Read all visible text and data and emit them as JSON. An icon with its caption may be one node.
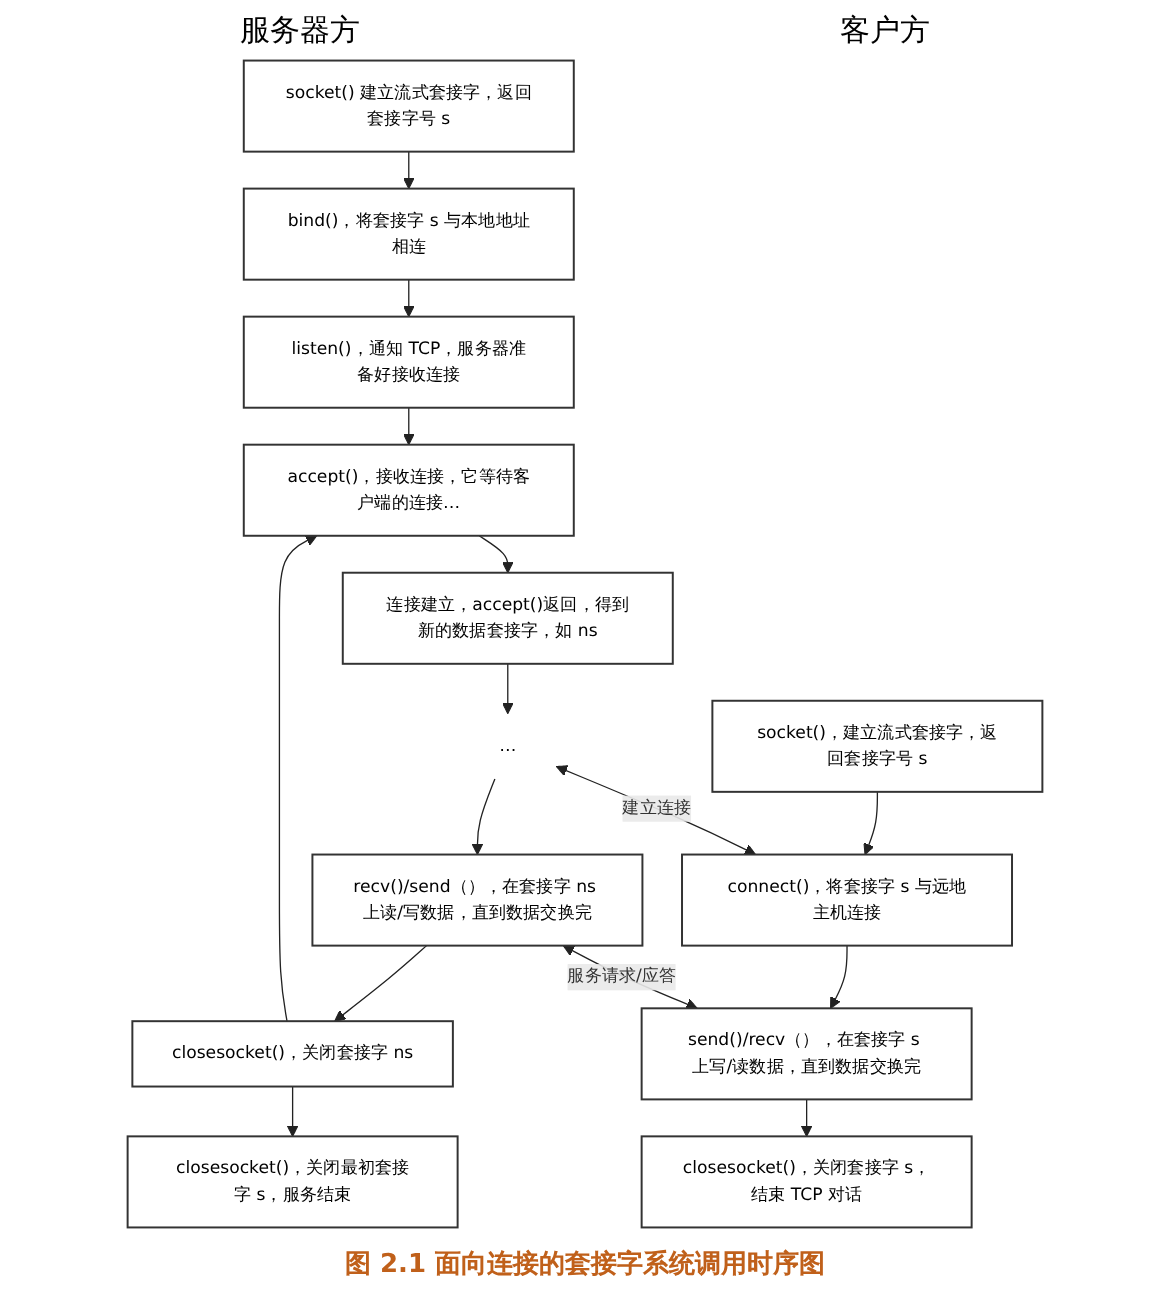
{
  "diagram": {
    "caption": "图 2.1 面向连接的套接字系统调用时序图",
    "nodes": [
      {
        "text": [
          "socket() 建立流式套接字，返回套接字号 s"
        ]
      },
      {
        "text": [
          "bind()，将套接字 s 与本地地址相连"
        ]
      },
      {
        "text": [
          "listen()，通知 TCP，服务器准备好接收连接"
        ]
      },
      {
        "text": [
          "accept()，接收连接，它等待客户端的连接…"
        ]
      },
      {
        "text": [
          "连接建立，accept()返回，得到新的数据套接字，如 ns"
        ]
      },
      {
        "text": [
          "…"
        ]
      },
      {
        "text": [
          "recv()/send（），在套接字 ns 上读/写数据，直到数据交换完"
        ]
      },
      {
        "text": [
          "closesocket()，关闭套接字 ns"
        ]
      },
      {
        "text": [
          "closesocket()，关闭最初套接字 s，服务结束"
        ]
      },
      {
        "text": [
          "socket()，建立流式套接字，返回套接字号 s"
        ]
      },
      {
        "text": [
          "connect()，将套接字 s 与远地主机连接"
        ]
      },
      {
        "text": [
          "send()/recv（），在套接字 s 上写/读数据，直到数据交换完"
        ]
      },
      {
        "text": [
          "closesocket()，关闭套接字 s，结束 TCP 对话"
        ]
      }
    ],
    "edges": [
      {
        "from": 0,
        "to": 1,
        "arrow": "to"
      },
      {
        "from": 1,
        "to": 2,
        "arrow": "to"
      },
      {
        "from": 2,
        "to": 3,
        "arrow": "to"
      },
      {
        "from": 3,
        "to": 4,
        "arrow": "to"
      },
      {
        "from": 4,
        "to": 5,
        "arrow": "to"
      },
      {
        "from": 5,
        "to": 6,
        "arrow": "to"
      },
      {
        "from": 6,
        "to": 7,
        "arrow": "to"
      },
      {
        "from": 7,
        "to": 8,
        "arrow": "to"
      },
      {
        "from": 7,
        "to": 3,
        "arrow": "to"
      },
      {
        "from": 9,
        "to": 10,
        "arrow": "to"
      },
      {
        "from": 10,
        "to": 11,
        "arrow": "to"
      },
      {
        "from": 11,
        "to": 12,
        "arrow": "to"
      },
      {
        "from": 5,
        "to": 10,
        "label": "建立连接",
        "arrow": "both"
      },
      {
        "from": 6,
        "to": 11,
        "label": "服务请求/应答",
        "arrow": "both"
      }
    ],
    "labels": [
      "服务器方",
      "客户方"
    ]
  }
}
